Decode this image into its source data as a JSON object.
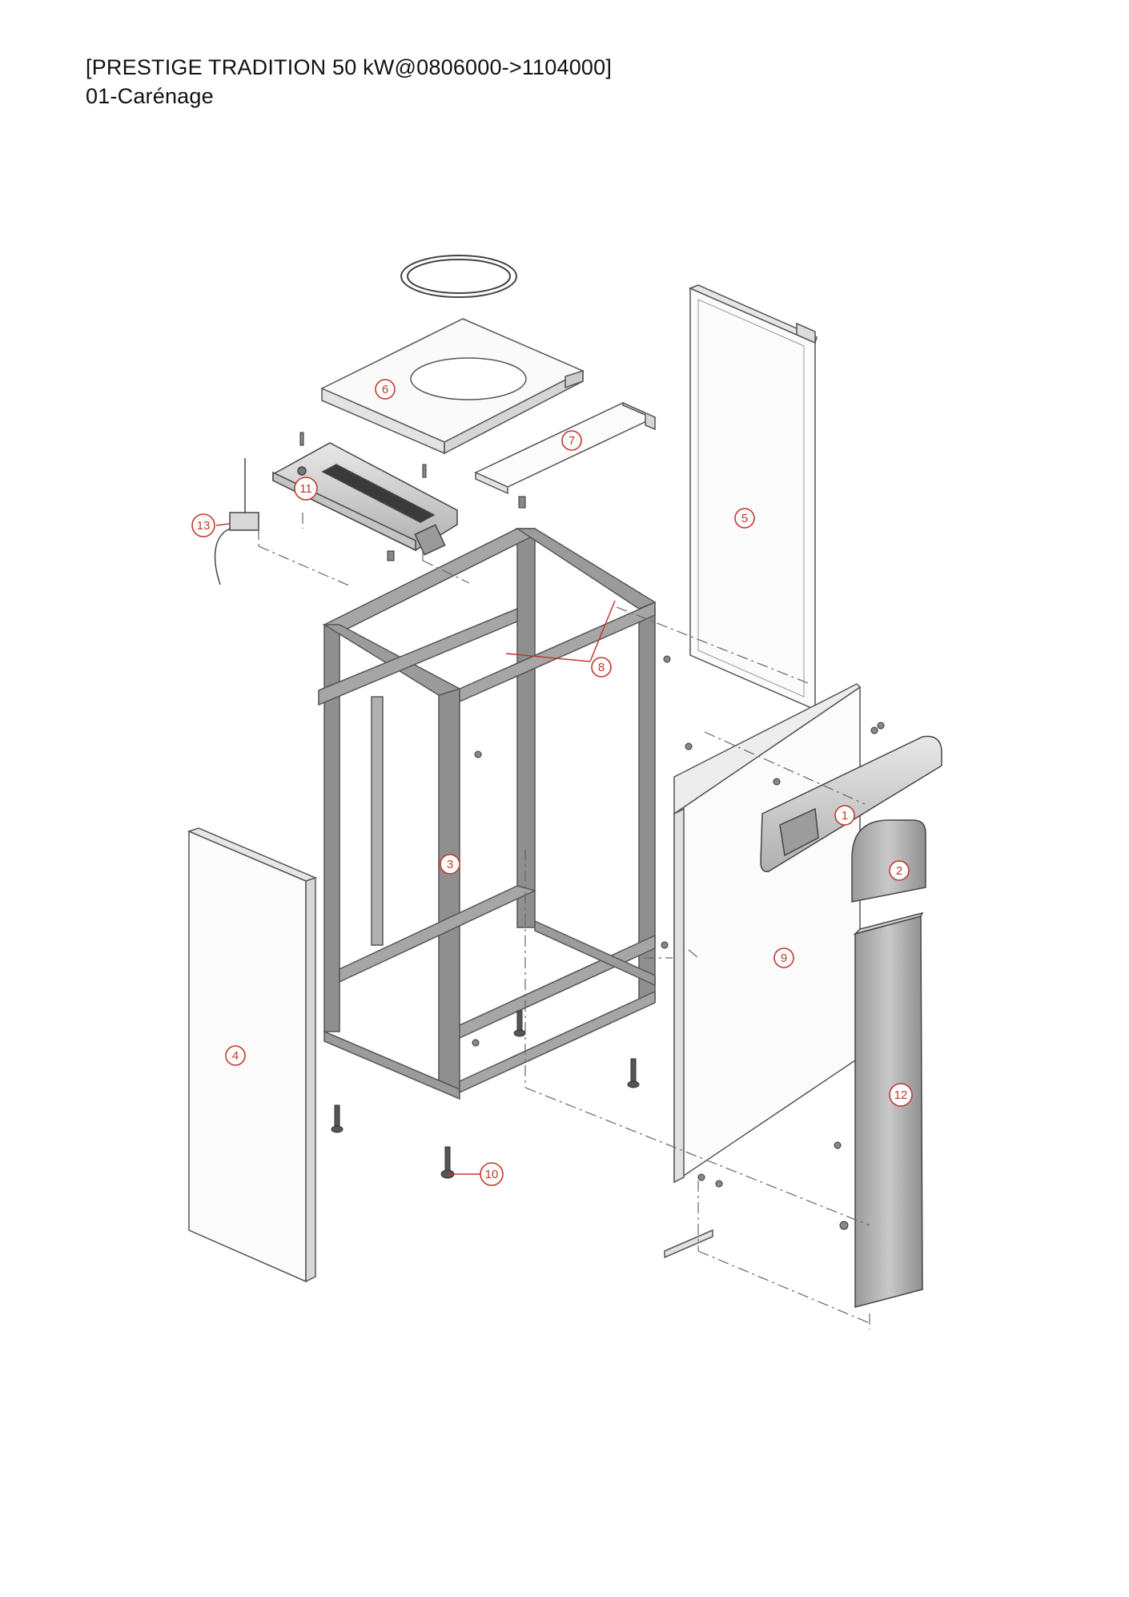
{
  "header": {
    "model": "[PRESTIGE TRADITION 50 kW@0806000->1104000]",
    "section": "01-Carénage"
  },
  "colors": {
    "callout": "#c0392b",
    "frame": "#8a8a8a",
    "outline": "#555555"
  },
  "callouts": [
    {
      "id": "1",
      "label": "1"
    },
    {
      "id": "2",
      "label": "2"
    },
    {
      "id": "3",
      "label": "3"
    },
    {
      "id": "4",
      "label": "4"
    },
    {
      "id": "5",
      "label": "5"
    },
    {
      "id": "6",
      "label": "6"
    },
    {
      "id": "7",
      "label": "7"
    },
    {
      "id": "8",
      "label": "8"
    },
    {
      "id": "9",
      "label": "9"
    },
    {
      "id": "10",
      "label": "10"
    },
    {
      "id": "11",
      "label": "11"
    },
    {
      "id": "12",
      "label": "12"
    },
    {
      "id": "13",
      "label": "13"
    }
  ]
}
